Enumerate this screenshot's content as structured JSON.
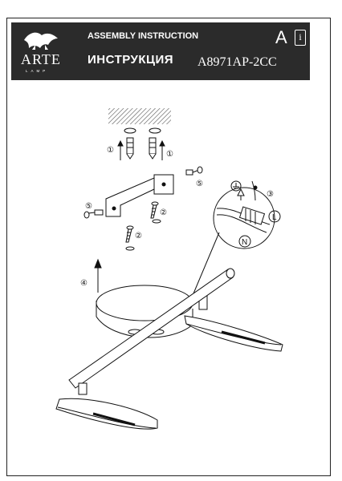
{
  "header": {
    "brand": "ARTE",
    "brand_sub": "LAMP",
    "assembly_title": "ASSEMBLY INSTRUCTION",
    "instruction_title": "ИНСТРУКЦИЯ",
    "model": "A8971AP-2CC",
    "energy_class": "A",
    "info_icon_glyph": "i"
  },
  "diagram": {
    "step_labels": [
      "①",
      "①",
      "⑤",
      "⑤",
      "②",
      "②",
      "③",
      "④"
    ],
    "wire_labels": [
      "L",
      "N"
    ]
  },
  "colors": {
    "header_bg": "#2b2b2b",
    "line": "#111111"
  }
}
